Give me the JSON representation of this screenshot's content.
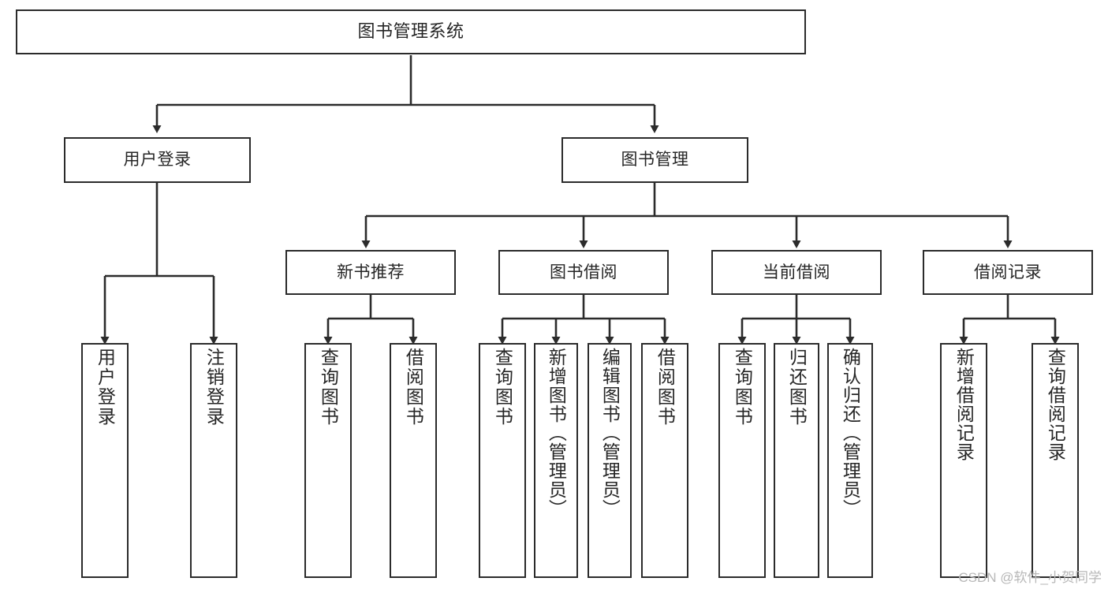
{
  "diagram": {
    "title": "图书管理系统",
    "type": "tree-hierarchy-chart",
    "orientation": "top-down",
    "colors": {
      "background": "#ffffff",
      "box_border": "#2b2b2b",
      "box_fill": "#ffffff",
      "text": "#262626",
      "connector": "#2b2b2b",
      "watermark": "#b8b8b8"
    },
    "root": {
      "label": "图书管理系统"
    },
    "level1": [
      {
        "label": "用户登录"
      },
      {
        "label": "图书管理"
      }
    ],
    "level2": [
      {
        "label": "新书推荐"
      },
      {
        "label": "图书借阅"
      },
      {
        "label": "当前借阅"
      },
      {
        "label": "借阅记录"
      }
    ],
    "leaves": {
      "user_login": [
        {
          "label": "用户登录"
        },
        {
          "label": "注销登录"
        }
      ],
      "new_book_recommend": [
        {
          "label": "查询图书"
        },
        {
          "label": "借阅图书"
        }
      ],
      "book_borrow": [
        {
          "label": "查询图书"
        },
        {
          "label": "新增图书（管理员）"
        },
        {
          "label": "编辑图书（管理员）"
        },
        {
          "label": "借阅图书"
        }
      ],
      "current_borrow": [
        {
          "label": "查询图书"
        },
        {
          "label": "归还图书"
        },
        {
          "label": "确认归还（管理员）"
        }
      ],
      "borrow_record": [
        {
          "label": "新增借阅记录"
        },
        {
          "label": "查询借阅记录"
        }
      ]
    }
  },
  "watermark": {
    "text": "CSDN @软件_小贺同学"
  }
}
